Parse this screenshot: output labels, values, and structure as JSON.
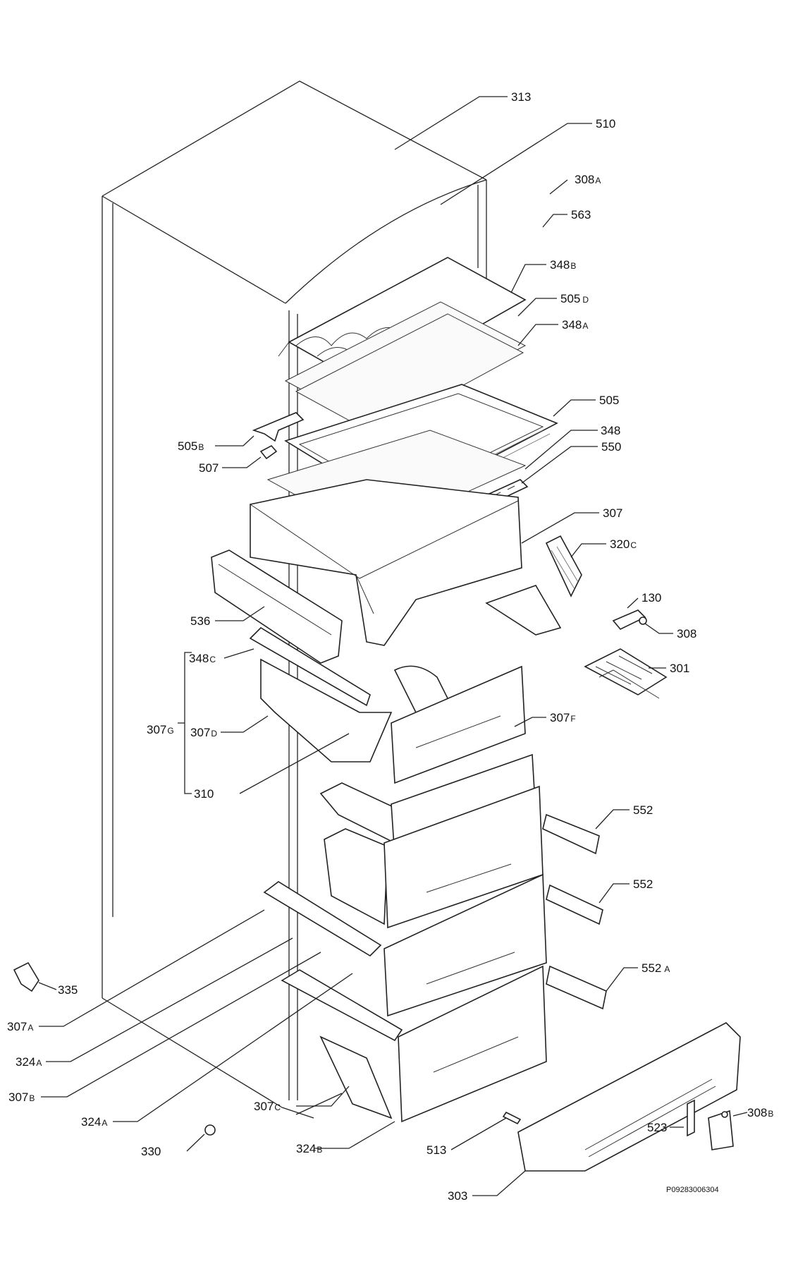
{
  "labels": {
    "l313": {
      "n": "313",
      "s": ""
    },
    "l510": {
      "n": "510",
      "s": ""
    },
    "l308A": {
      "n": "308",
      "s": "A"
    },
    "l563": {
      "n": "563",
      "s": ""
    },
    "l348B": {
      "n": "348",
      "s": "B"
    },
    "l505D": {
      "n": "505",
      "s": "D"
    },
    "l348A": {
      "n": "348",
      "s": "A"
    },
    "l505": {
      "n": "505",
      "s": ""
    },
    "l505B": {
      "n": "505",
      "s": "B"
    },
    "l348": {
      "n": "348",
      "s": ""
    },
    "l507": {
      "n": "507",
      "s": ""
    },
    "l550": {
      "n": "550",
      "s": ""
    },
    "l307": {
      "n": "307",
      "s": ""
    },
    "l320C": {
      "n": "320",
      "s": "C"
    },
    "l130": {
      "n": "130",
      "s": ""
    },
    "l536": {
      "n": "536",
      "s": ""
    },
    "l308": {
      "n": "308",
      "s": ""
    },
    "l348C": {
      "n": "348",
      "s": "C"
    },
    "l301": {
      "n": "301",
      "s": ""
    },
    "l307F": {
      "n": "307",
      "s": "F"
    },
    "l307G": {
      "n": "307",
      "s": "G"
    },
    "l307D": {
      "n": "307",
      "s": "D"
    },
    "l310": {
      "n": "310",
      "s": ""
    },
    "l552a": {
      "n": "552",
      "s": ""
    },
    "l552b": {
      "n": "552",
      "s": ""
    },
    "l552A": {
      "n": "552",
      "s": "A"
    },
    "l335": {
      "n": "335",
      "s": ""
    },
    "l307A": {
      "n": "307",
      "s": "A"
    },
    "l324A1": {
      "n": "324",
      "s": "A"
    },
    "l307B": {
      "n": "307",
      "s": "B"
    },
    "l307C": {
      "n": "307",
      "s": "C"
    },
    "l324A2": {
      "n": "324",
      "s": "A"
    },
    "l308B": {
      "n": "308",
      "s": "B"
    },
    "l523": {
      "n": "523",
      "s": ""
    },
    "l330": {
      "n": "330",
      "s": ""
    },
    "l324B": {
      "n": "324",
      "s": "B"
    },
    "l513": {
      "n": "513",
      "s": ""
    },
    "l303": {
      "n": "303",
      "s": ""
    }
  },
  "drawing_code": "P09283006304"
}
